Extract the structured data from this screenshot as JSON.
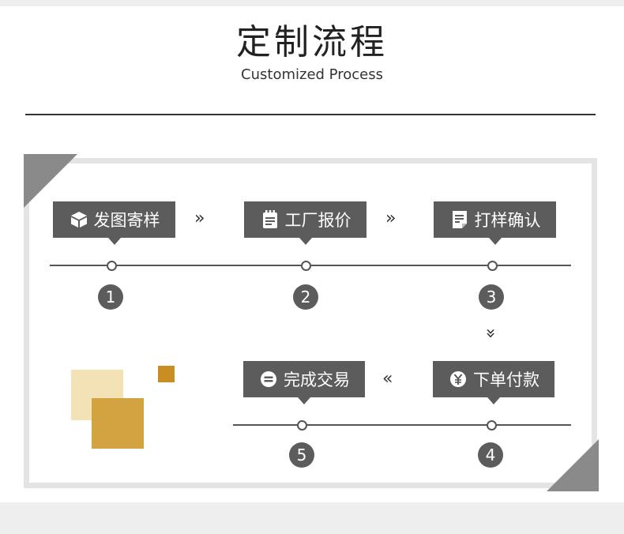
{
  "header": {
    "title": "定制流程",
    "subtitle": "Customized Process"
  },
  "steps": [
    {
      "label": "发图寄样",
      "number": "1",
      "icon": "box-icon"
    },
    {
      "label": "工厂报价",
      "number": "2",
      "icon": "notepad-icon"
    },
    {
      "label": "打样确认",
      "number": "3",
      "icon": "document-icon"
    },
    {
      "label": "下单付款",
      "number": "4",
      "icon": "yen-icon"
    },
    {
      "label": "完成交易",
      "number": "5",
      "icon": "equals-icon"
    }
  ],
  "arrows": {
    "right": "»",
    "left": "«",
    "down": "»"
  },
  "colors": {
    "box": "#5c5c5c",
    "accent_light": "#f2e2b6",
    "accent_mid": "#d4a341",
    "accent_dark": "#c98d24",
    "frame": "#e4e4e4"
  }
}
